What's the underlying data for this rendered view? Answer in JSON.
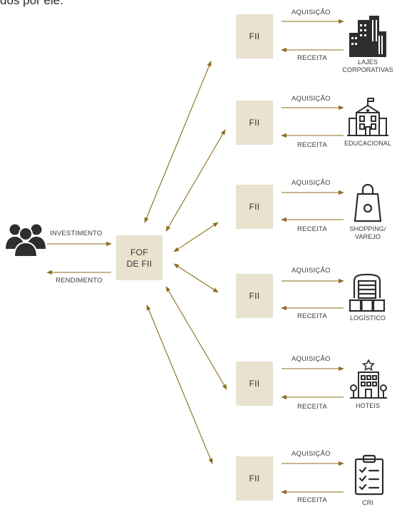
{
  "header": {
    "text": "dos por ele."
  },
  "investor": {
    "icon": "people-group-icon",
    "investment_label": "INVESTIMENTO",
    "return_label": "RENDIMENTO"
  },
  "fof": {
    "line1": "FOF",
    "line2": "DE FII"
  },
  "funds": [
    {
      "label": "FII",
      "acquisition_label": "AQUISIÇÃO",
      "revenue_label": "RECEITA",
      "category_line1": "LAJES",
      "category_line2": "CORPORATIVAS",
      "icon": "office-buildings-icon"
    },
    {
      "label": "FII",
      "acquisition_label": "AQUISIÇÃO",
      "revenue_label": "RECEITA",
      "category_line1": "EDUCACIONAL",
      "category_line2": "",
      "icon": "school-building-icon"
    },
    {
      "label": "FII",
      "acquisition_label": "AQUISIÇÃO",
      "revenue_label": "RECEITA",
      "category_line1": "SHOPPING/",
      "category_line2": "VAREJO",
      "icon": "shopping-bag-icon"
    },
    {
      "label": "FII",
      "acquisition_label": "AQUISIÇÃO",
      "revenue_label": "RECEITA",
      "category_line1": "LOGÍSTICO",
      "category_line2": "",
      "icon": "warehouse-icon"
    },
    {
      "label": "FII",
      "acquisition_label": "AQUISIÇÃO",
      "revenue_label": "RECEITA",
      "category_line1": "HOTEIS",
      "category_line2": "",
      "icon": "hotel-icon"
    },
    {
      "label": "FII",
      "acquisition_label": "AQUISIÇÃO",
      "revenue_label": "RECEITA",
      "category_line1": "CRI",
      "category_line2": "",
      "icon": "checklist-icon"
    }
  ],
  "colors": {
    "arrow": "#8a6d1e",
    "box_fill": "#e8e2cf",
    "icon": "#2e2e2e"
  }
}
